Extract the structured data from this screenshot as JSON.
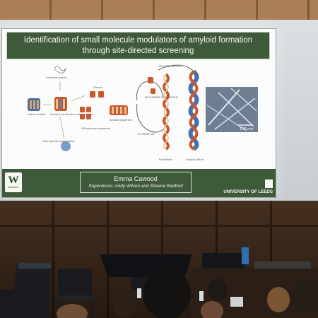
{
  "slide": {
    "title_line1": "Identification of small molecule modulators of amyloid formation",
    "title_line2": "through site-directed screening",
    "presenter": "Emma Cawood",
    "supervisors": "Supervisors: Andy Wilson and Sheena Radford",
    "university": "UNIVERSITY OF LEEDS",
    "logo_letter": "W",
    "logo_text": "wellcome"
  },
  "figure": {
    "unfolded": "Unfolded protein",
    "dimers": "Dimers",
    "native": "Native protein",
    "partially": "Partially (un)folded intermediates",
    "soluble": "Soluble oligomers",
    "offpathway": "Off-pathway oligomers",
    "nonspecific": "Non-specific aggregation",
    "fragmentation": "FRAGMENTATION",
    "secondary": "SECONDARY NUCLEATION",
    "elongation": "ELONGATION",
    "protofibrils": "Protofibrils",
    "amyloid": "Amyloid fibrils",
    "scalebar": "100 nm"
  },
  "colors": {
    "slide_green": "#3f5a3a",
    "screen_white": "#fbfcfb"
  }
}
